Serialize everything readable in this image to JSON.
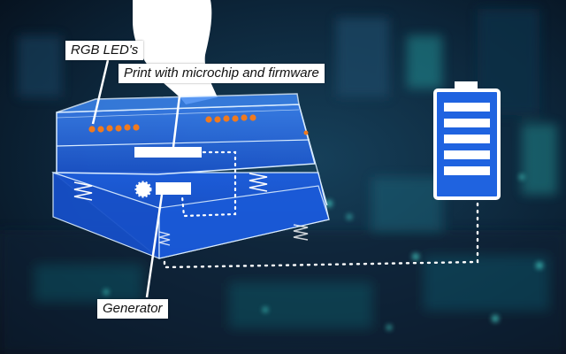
{
  "labels": {
    "rgb_leds": "RGB LED's",
    "print": "Print with microchip and firmware",
    "generator": "Generator"
  },
  "colors": {
    "device_blue": "#1f63e0",
    "led_orange": "#f07a1e",
    "outline": "#d9ecff",
    "background_dark": "#08182a",
    "background_teal": "#1aa5a5"
  },
  "icons": [
    "battery-icon",
    "spring-icon",
    "gear-icon",
    "foot-silhouette",
    "led-dot"
  ],
  "battery_levels": 5
}
